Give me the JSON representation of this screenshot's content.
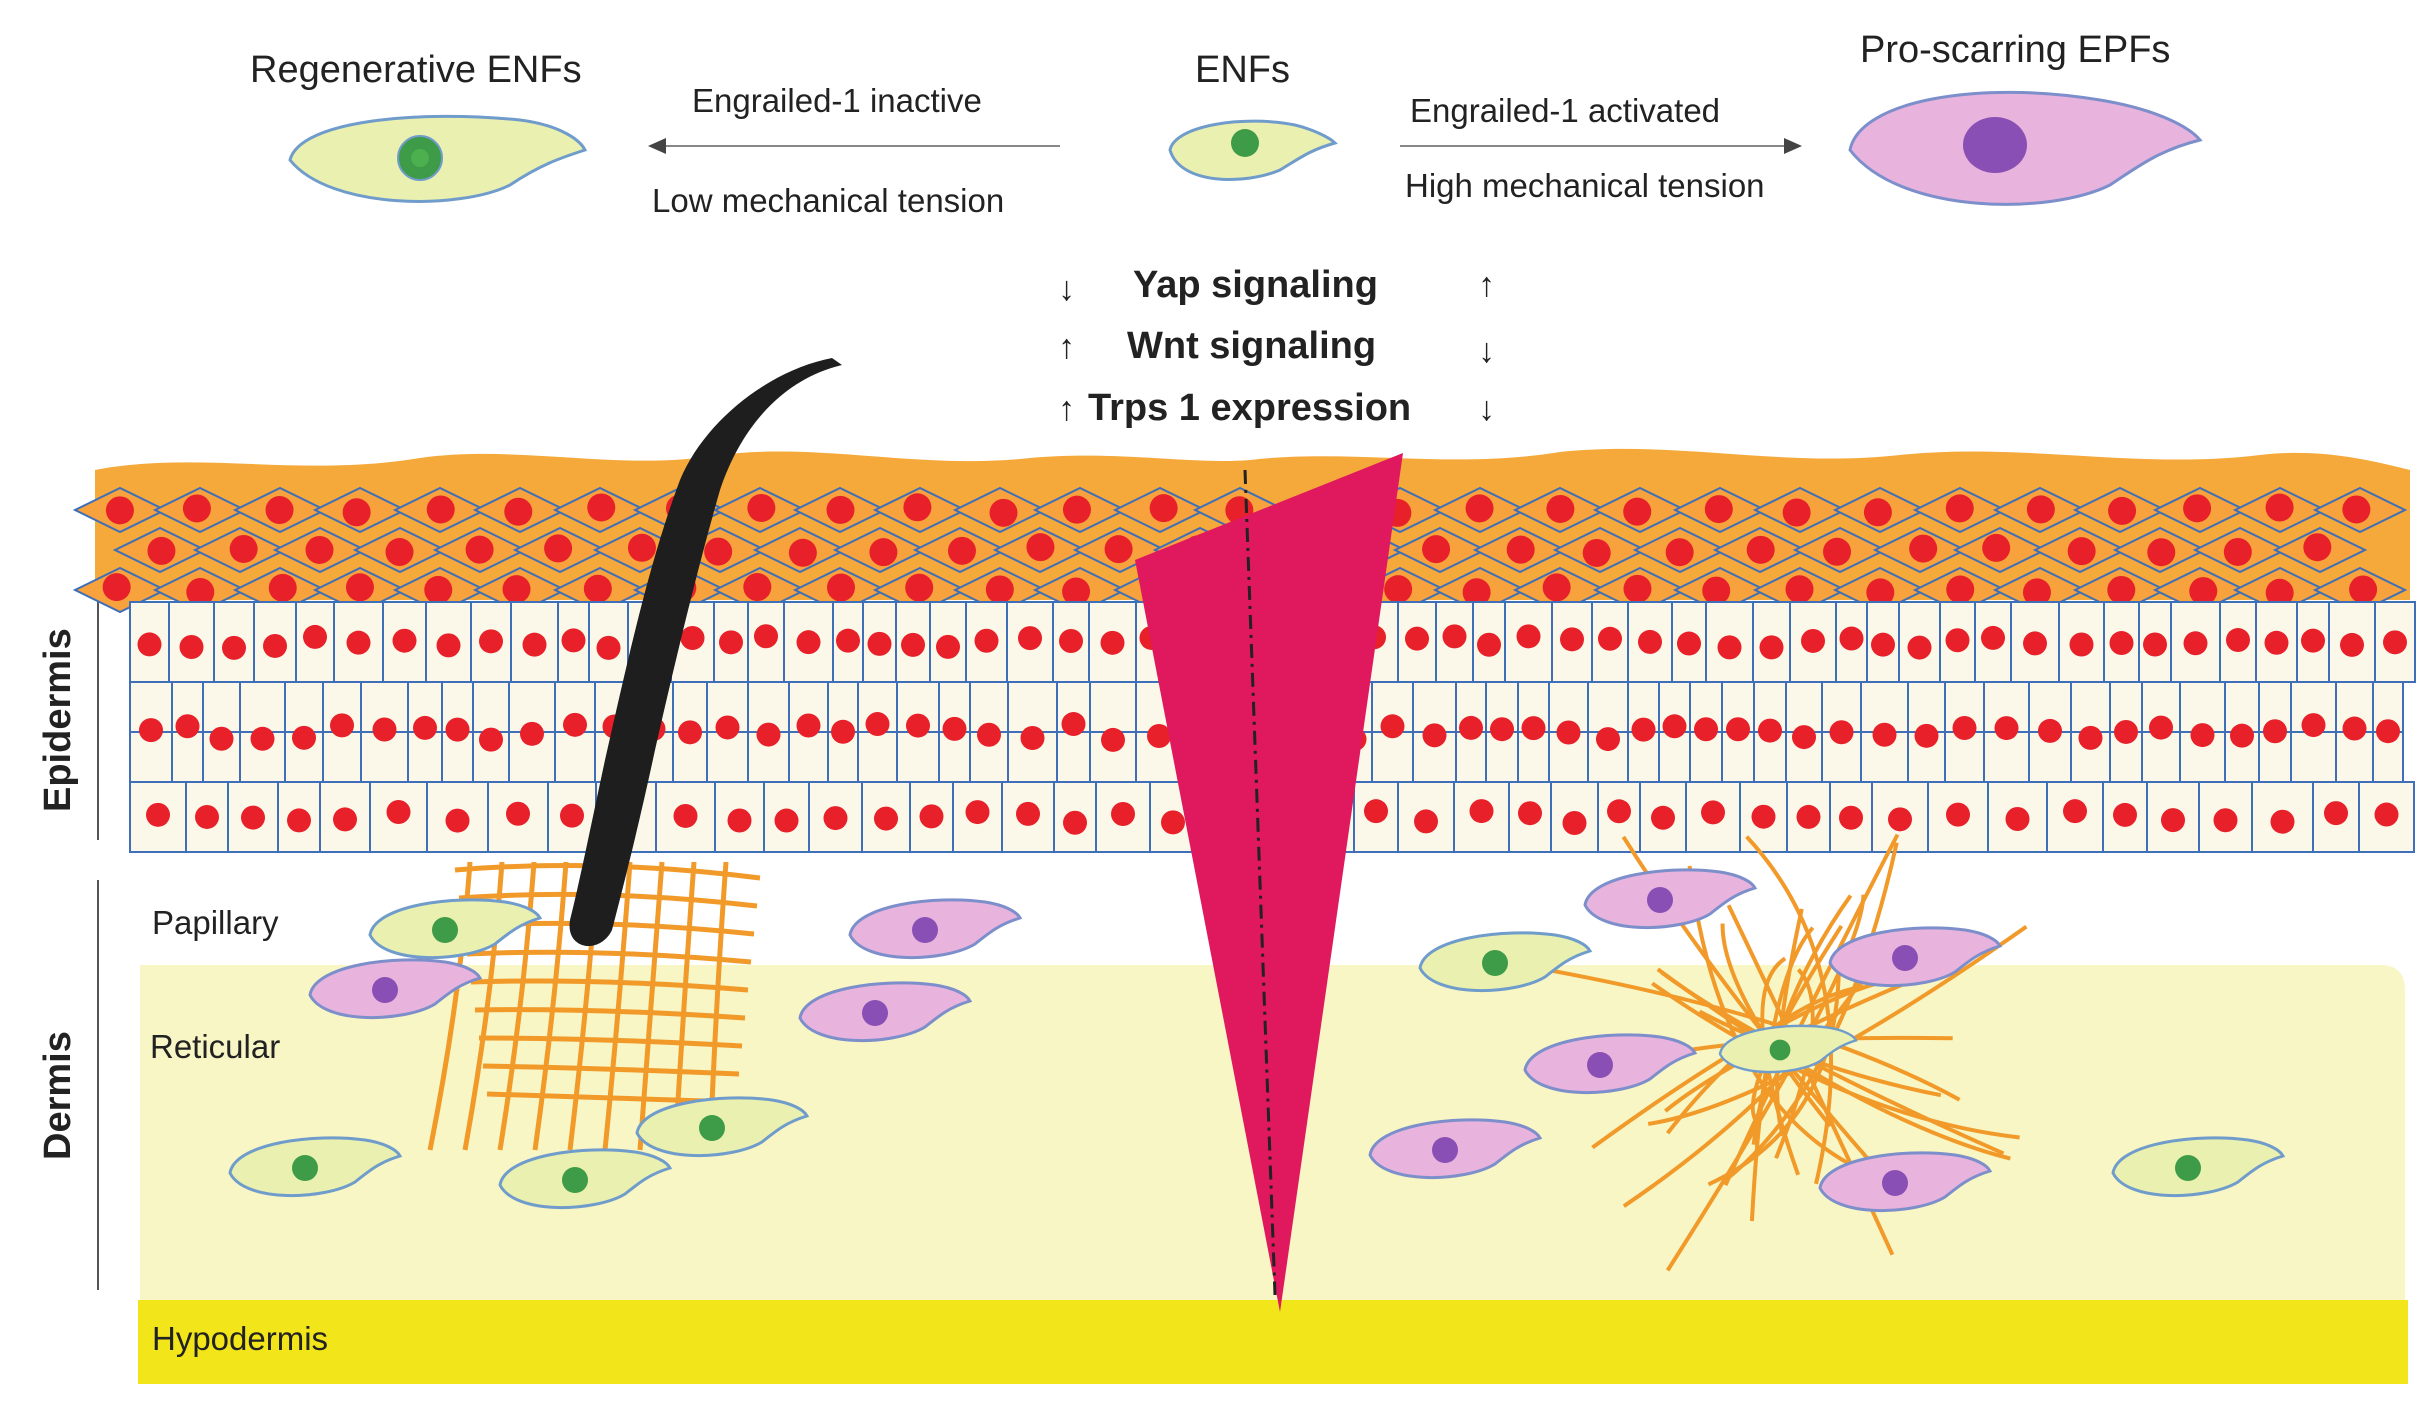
{
  "top": {
    "regenerative_label": "Regenerative ENFs",
    "enfs_label": "ENFs",
    "proscarring_label": "Pro-scarring EPFs",
    "left_arrow_top": "Engrailed-1 inactive",
    "left_arrow_bottom": "Low mechanical tension",
    "right_arrow_top": "Engrailed-1 activated",
    "right_arrow_bottom": "High mechanical tension"
  },
  "signaling": [
    {
      "label": "Yap signaling",
      "left": "↓",
      "right": "↑"
    },
    {
      "label": "Wnt signaling",
      "left": "↑",
      "right": "↓"
    },
    {
      "label": "Trps 1 expression",
      "left": "↑",
      "right": "↓"
    }
  ],
  "layers": {
    "epidermis": "Epidermis",
    "dermis": "Dermis",
    "papillary": "Papillary",
    "reticular": "Reticular",
    "hypodermis": "Hypodermis"
  },
  "colors": {
    "orange": "#F7A23C",
    "stratum": "#F5A93A",
    "nucleus_red": "#E8202A",
    "cell_border": "#3E6FB8",
    "cell_fill": "#FBF8EA",
    "wound": "#E0185E",
    "reticular": "#F8F6C4",
    "hypodermis": "#F2E51A",
    "hair": "#1E1E1E",
    "fiber": "#F19A2A",
    "green_cell": "#EAF0B0",
    "green_cell_stroke": "#6F9CCB",
    "green_nucleus": "#3E9B47",
    "pink_cell": "#E8B3DD",
    "pink_cell_stroke": "#7D8FCB",
    "pink_nucleus": "#8A4FB5"
  }
}
